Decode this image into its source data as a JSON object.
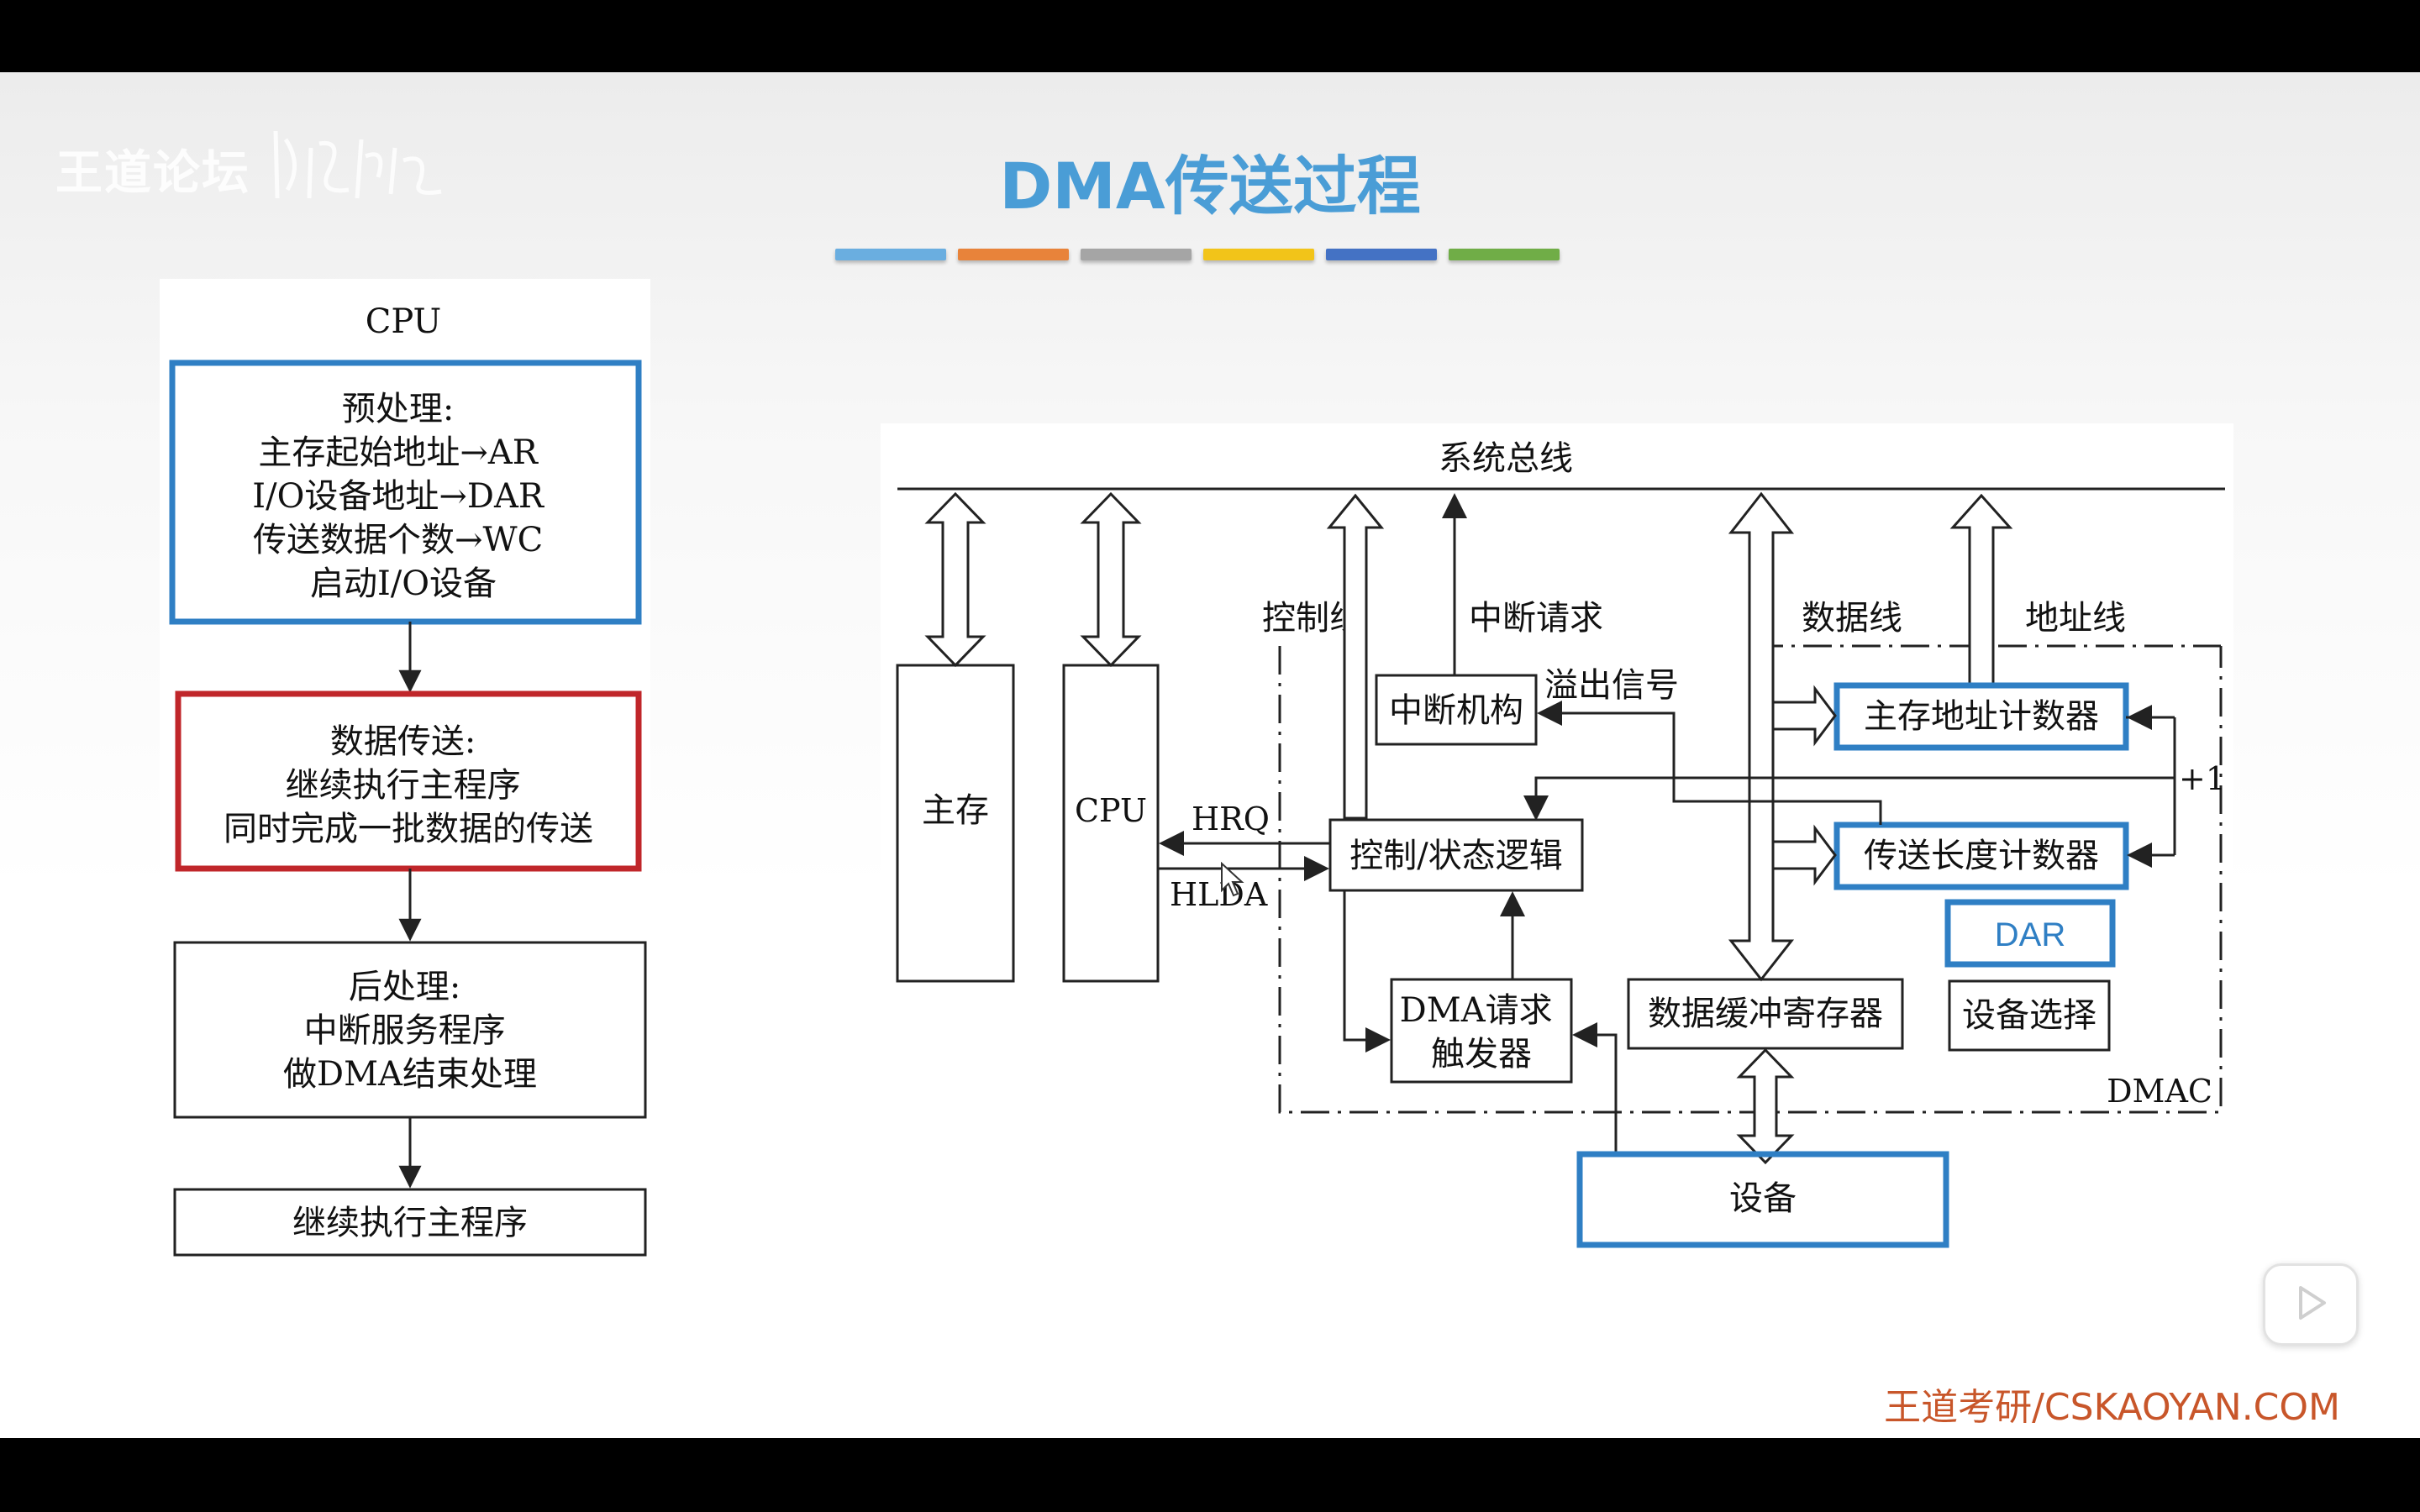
{
  "watermark": {
    "forum": "王道论坛"
  },
  "title": "DMA传送过程",
  "accent_colors": [
    "#6aaee0",
    "#e8833a",
    "#a5a5a5",
    "#f2c419",
    "#4472c4",
    "#70ad47"
  ],
  "flow": {
    "cpu_label": "CPU",
    "pre": [
      "预处理:",
      "主存起始地址→AR",
      "I/O设备地址→DAR",
      "传送数据个数→WC",
      "启动I/O设备"
    ],
    "transfer": [
      "数据传送:",
      "继续执行主程序",
      "同时完成一批数据的传送"
    ],
    "post": [
      "后处理:",
      "中断服务程序",
      "做DMA结束处理"
    ],
    "final": "继续执行主程序"
  },
  "diagram": {
    "system_bus": "系统总线",
    "control_line": "控制线",
    "interrupt_request": "中断请求",
    "data_line": "数据线",
    "address_line": "地址线",
    "overflow_signal": "溢出信号",
    "main_memory": "主存",
    "cpu": "CPU",
    "hrq": "HRQ",
    "hlda": "HLDA",
    "interrupt_unit": "中断机构",
    "control_logic": "控制/状态逻辑",
    "addr_counter": "主存地址计数器",
    "length_counter": "传送长度计数器",
    "plus_one": "+1",
    "dar": "DAR",
    "dma_trigger": [
      "DMA请求",
      "触发器"
    ],
    "data_buffer": "数据缓冲寄存器",
    "device_select": "设备选择",
    "dmac": "DMAC",
    "device": "设备"
  },
  "footer": "王道考研/CSKAOYAN.COM",
  "colors": {
    "title": "#4a9dd6",
    "box_blue": "#2f7fc4",
    "box_red": "#c0262a",
    "footer": "#c8562a"
  }
}
